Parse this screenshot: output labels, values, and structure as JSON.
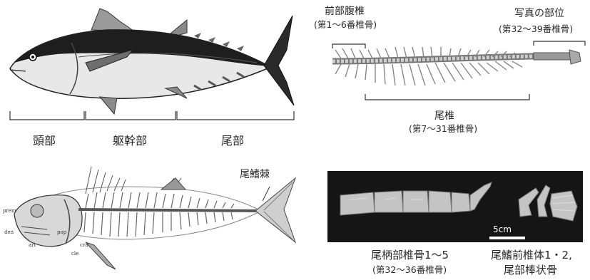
{
  "top_right": {
    "front_vertebrae": "前部腹椎",
    "front_range": "(第1～6番椎骨)",
    "photo_part": "写真の部位",
    "photo_range": "(第32～39番椎骨)",
    "tail_vertebrae": "尾椎",
    "tail_range": "(第7～31番椎骨)"
  },
  "top_left": {
    "head": "頭部",
    "trunk": "躯幹部",
    "tail": "尾部"
  },
  "bottom_left": {
    "caudal_spine": "尾鰭棘",
    "labels": [
      "prem",
      "den",
      "art",
      "pop",
      "cra",
      "cle"
    ]
  },
  "photo": {
    "scale": "5cm"
  },
  "captions": {
    "peduncle_line1": "尾柄部椎骨1～5",
    "peduncle_line2": "(第32～36番椎骨)",
    "caudal_line1": "尾鰭前椎体1・2,",
    "caudal_line2": "尾部棒状骨"
  }
}
